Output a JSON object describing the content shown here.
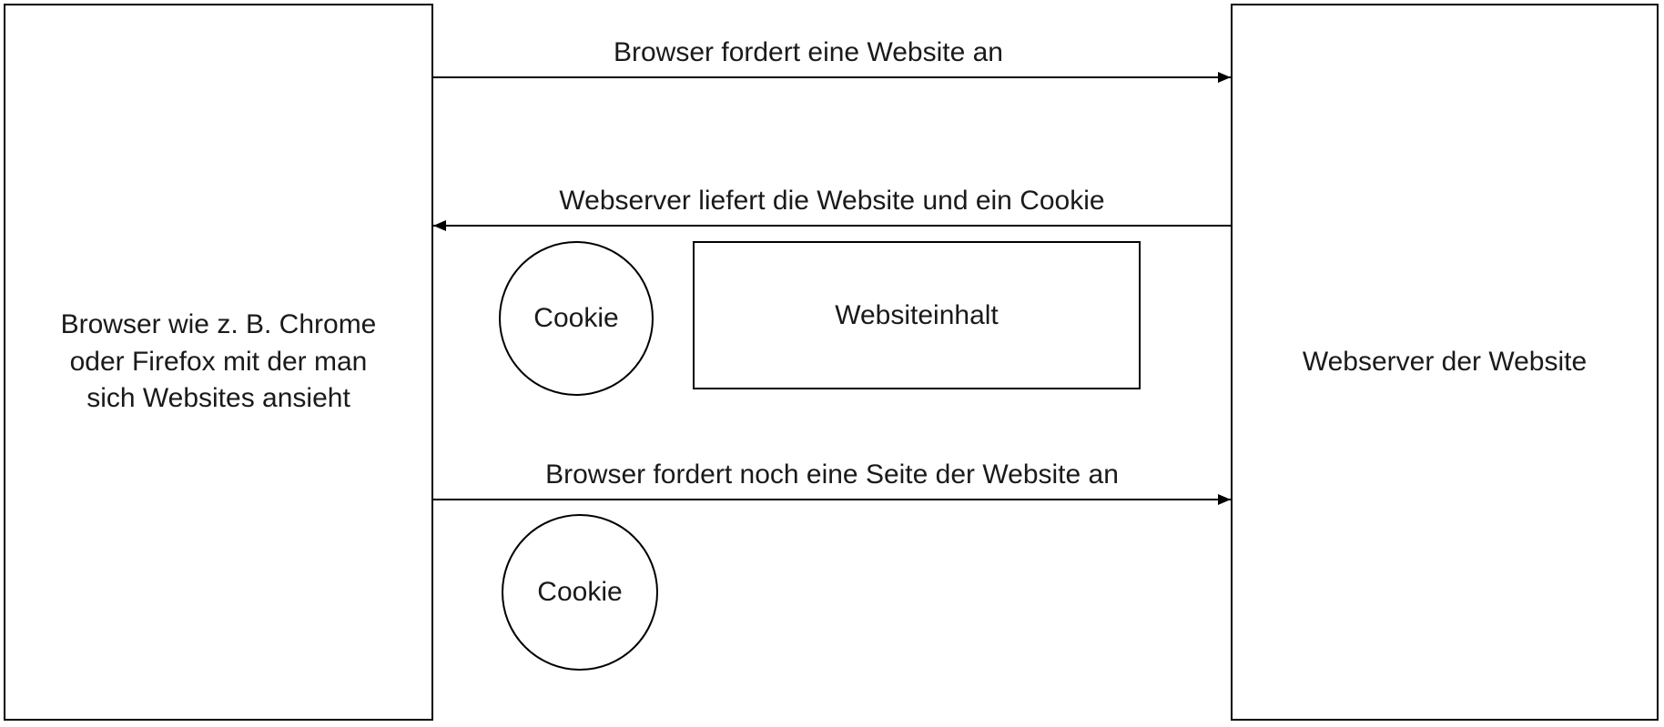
{
  "diagram": {
    "browser_box": {
      "line1": "Browser wie z. B. Chrome",
      "line2": "oder Firefox mit der man",
      "line3": "sich Websites ansieht"
    },
    "webserver_box": {
      "label": "Webserver der Website"
    },
    "arrow1": {
      "label": "Browser fordert eine Website an",
      "direction": "right"
    },
    "arrow2": {
      "label": "Webserver liefert die Website und ein Cookie",
      "direction": "left"
    },
    "arrow3": {
      "label": "Browser fordert noch eine Seite der Website an",
      "direction": "right"
    },
    "cookie_top": {
      "label": "Cookie"
    },
    "website_content": {
      "label": "Websiteinhalt"
    },
    "cookie_bottom": {
      "label": "Cookie"
    },
    "colors": {
      "stroke": "#000000",
      "text": "#1a1a1a",
      "background": "#ffffff"
    }
  }
}
